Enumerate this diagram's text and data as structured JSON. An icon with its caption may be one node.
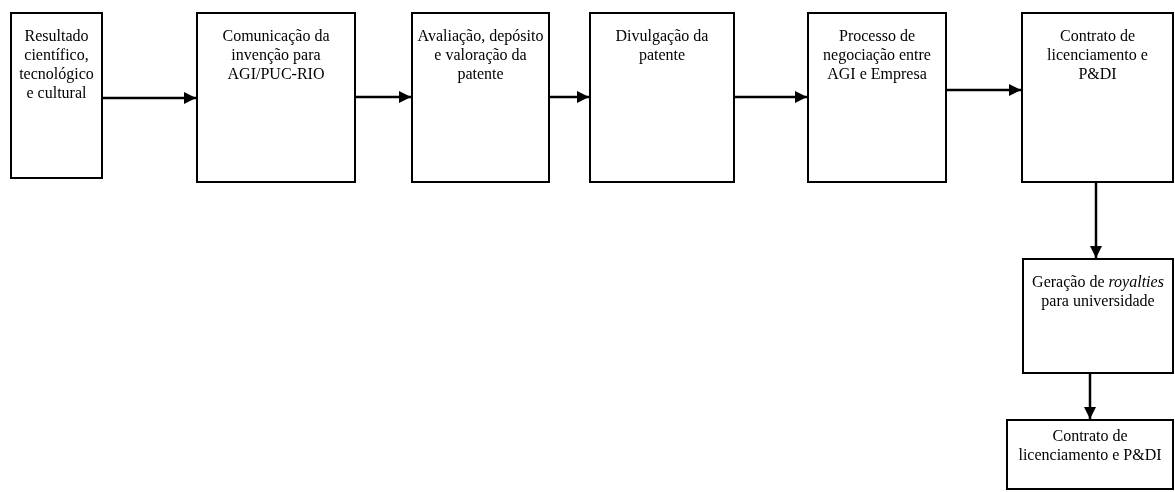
{
  "diagram": {
    "nodes": [
      {
        "text": [
          "Resultado científico, tecnológico e cultural"
        ]
      },
      {
        "text": [
          "Comunicação da invenção para AGI/PUC-RIO"
        ]
      },
      {
        "text": [
          "Avaliação, depósito e valoração da patente"
        ]
      },
      {
        "text": [
          "Divulgação da patente"
        ]
      },
      {
        "text": [
          "Processo de negociação entre AGI e Empresa"
        ]
      },
      {
        "text": [
          "Contrato de licenciamento e P&DI"
        ]
      },
      {
        "text": [
          "Geração de *royalties* para universidade"
        ]
      },
      {
        "text": [
          "Contrato de licenciamento e P&DI"
        ]
      }
    ],
    "edges": [
      {
        "from": 0,
        "to": 1,
        "arrow": "to"
      },
      {
        "from": 1,
        "to": 2,
        "arrow": "to"
      },
      {
        "from": 2,
        "to": 3,
        "arrow": "to"
      },
      {
        "from": 3,
        "to": 4,
        "arrow": "to"
      },
      {
        "from": 4,
        "to": 5,
        "arrow": "to"
      },
      {
        "from": 5,
        "to": 6,
        "arrow": "to"
      },
      {
        "from": 6,
        "to": 7,
        "arrow": "to"
      }
    ]
  }
}
